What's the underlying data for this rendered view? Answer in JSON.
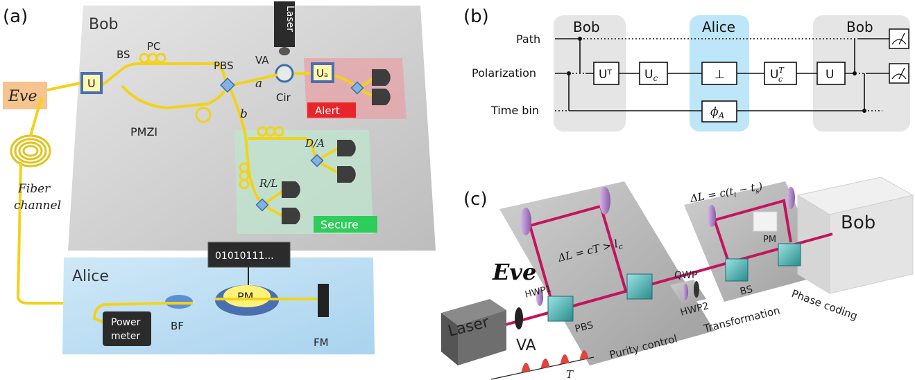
{
  "panels": {
    "a": {
      "tag": "(a)",
      "bob": {
        "title": "Bob",
        "laser": "Laser",
        "labels": {
          "bs": "BS",
          "pc": "PC",
          "pbs": "PBS",
          "va": "VA",
          "cir": "Cir",
          "pmzi": "PMZI",
          "arm_a": "a",
          "arm_b": "b",
          "u": "U",
          "ua": "Uₐ"
        },
        "alert": "Alert",
        "secure": "Secure",
        "da": "D/A",
        "rl": "R/L",
        "colors": {
          "alert": "#e8252b",
          "secure": "#2ecc5b",
          "fiber": "#f2d21a"
        }
      },
      "eve": "Eve",
      "fiber": [
        "Fiber",
        "channel"
      ],
      "alice": {
        "title": "Alice",
        "bits": "01010111...",
        "pm": "PM",
        "bf": "BF",
        "fm": "FM",
        "power_meter": [
          "Power",
          "meter"
        ]
      }
    },
    "b": {
      "tag": "(b)",
      "groups": [
        "Bob",
        "Alice",
        "Bob"
      ],
      "rows": [
        "Path",
        "Polarization",
        "Time bin"
      ],
      "gates": [
        "Uᵀ",
        "U",
        "⊥",
        "U",
        "U",
        "ϕ"
      ],
      "gate_subs": [
        "",
        "c",
        "",
        "c",
        "",
        "A"
      ],
      "gate_sups": [
        "",
        "",
        "",
        "T",
        "",
        ""
      ]
    },
    "c": {
      "tag": "(c)",
      "eve": "Eve",
      "bob": "Bob",
      "laser": "Laser",
      "va": "VA",
      "t": "T",
      "dl1": "ΔL = cT > l",
      "dl1_sub": "c",
      "dl2": "ΔL = c(t",
      "dl2_tail": " − t",
      "hwp1": "HWP1",
      "pbs": "PBS",
      "qwp": "QWP",
      "hwp2": "HWP2",
      "pm": "PM",
      "bs": "BS",
      "purity": "Purity control",
      "transformation": "Transformation",
      "phase": "Phase coding"
    }
  }
}
